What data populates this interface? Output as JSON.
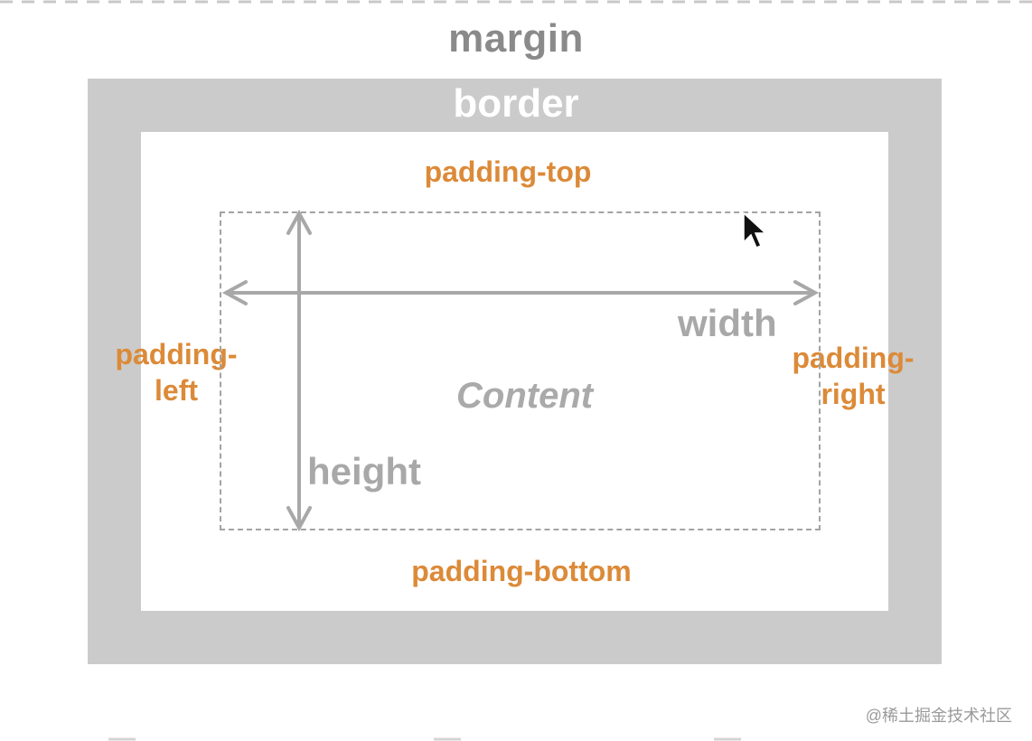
{
  "diagram": {
    "margin_label": "margin",
    "border_label": "border",
    "padding": {
      "top": "padding-top",
      "bottom": "padding-bottom",
      "left": [
        "padding-",
        "left"
      ],
      "right": [
        "padding-",
        "right"
      ]
    },
    "content_label": "Content",
    "width_label": "width",
    "height_label": "height"
  },
  "watermark": "@稀土掘金技术社区",
  "colors": {
    "border_fill": "#cbcbcb",
    "padding_text": "#dc8a38",
    "dimension_text": "#a8a8a8",
    "margin_text": "#8a8a8a"
  },
  "icons": {
    "cursor": "mouse-pointer-icon"
  }
}
